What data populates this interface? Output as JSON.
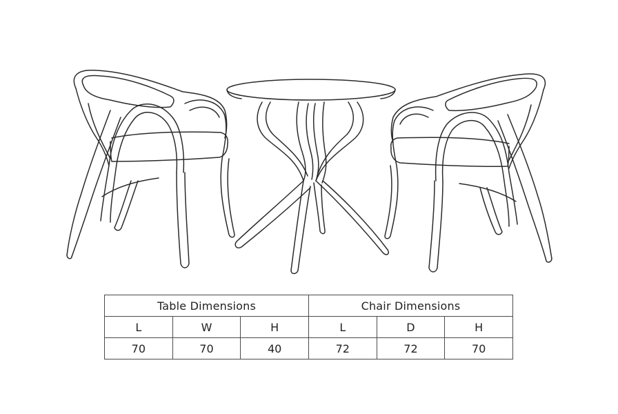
{
  "table": {
    "table_group_label": "Table Dimensions",
    "chair_group_label": "Chair Dimensions",
    "table_headers": [
      "L",
      "W",
      "H"
    ],
    "chair_headers": [
      "L",
      "D",
      "H"
    ],
    "table_values": [
      "70",
      "70",
      "40"
    ],
    "chair_values": [
      "72",
      "72",
      "70"
    ]
  }
}
